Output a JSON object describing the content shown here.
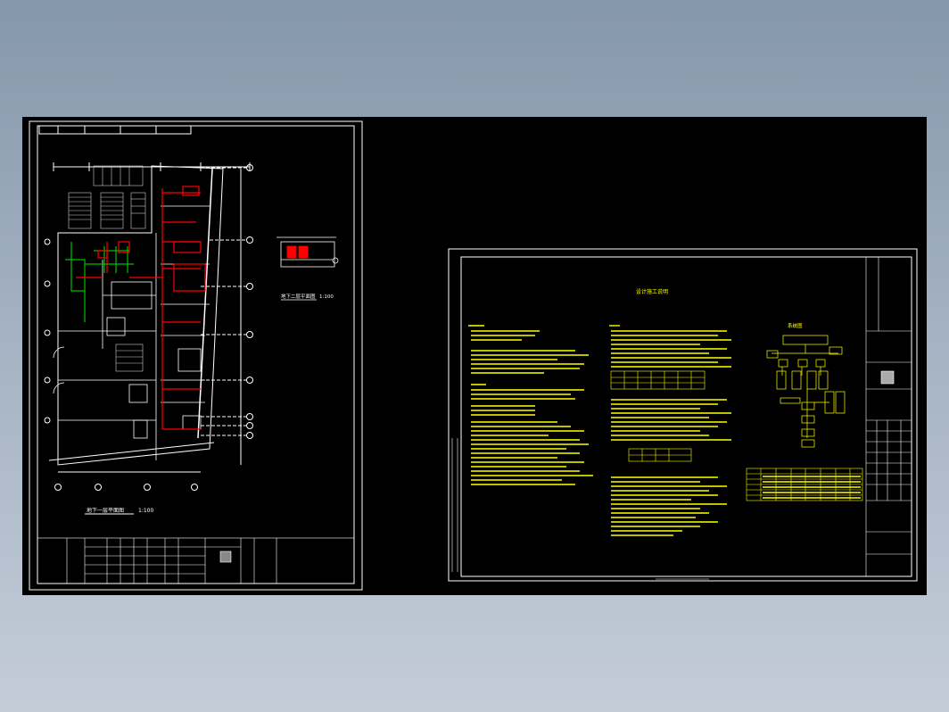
{
  "colors": {
    "background_top": "#8597ab",
    "background_bottom": "#c4ccd8",
    "canvas": "#000000",
    "lines": "#ffffff",
    "accent_red": "#ff0000",
    "accent_green": "#00c000",
    "notes_yellow": "#ffff00"
  },
  "sheet1": {
    "plan_title": "地下一层平面图",
    "plan_scale": "1:100",
    "detail_title": "地下二层平面图",
    "detail_scale": "1:100"
  },
  "sheet2": {
    "notes_title": "设计施工说明",
    "diagram_title": "系统图"
  }
}
